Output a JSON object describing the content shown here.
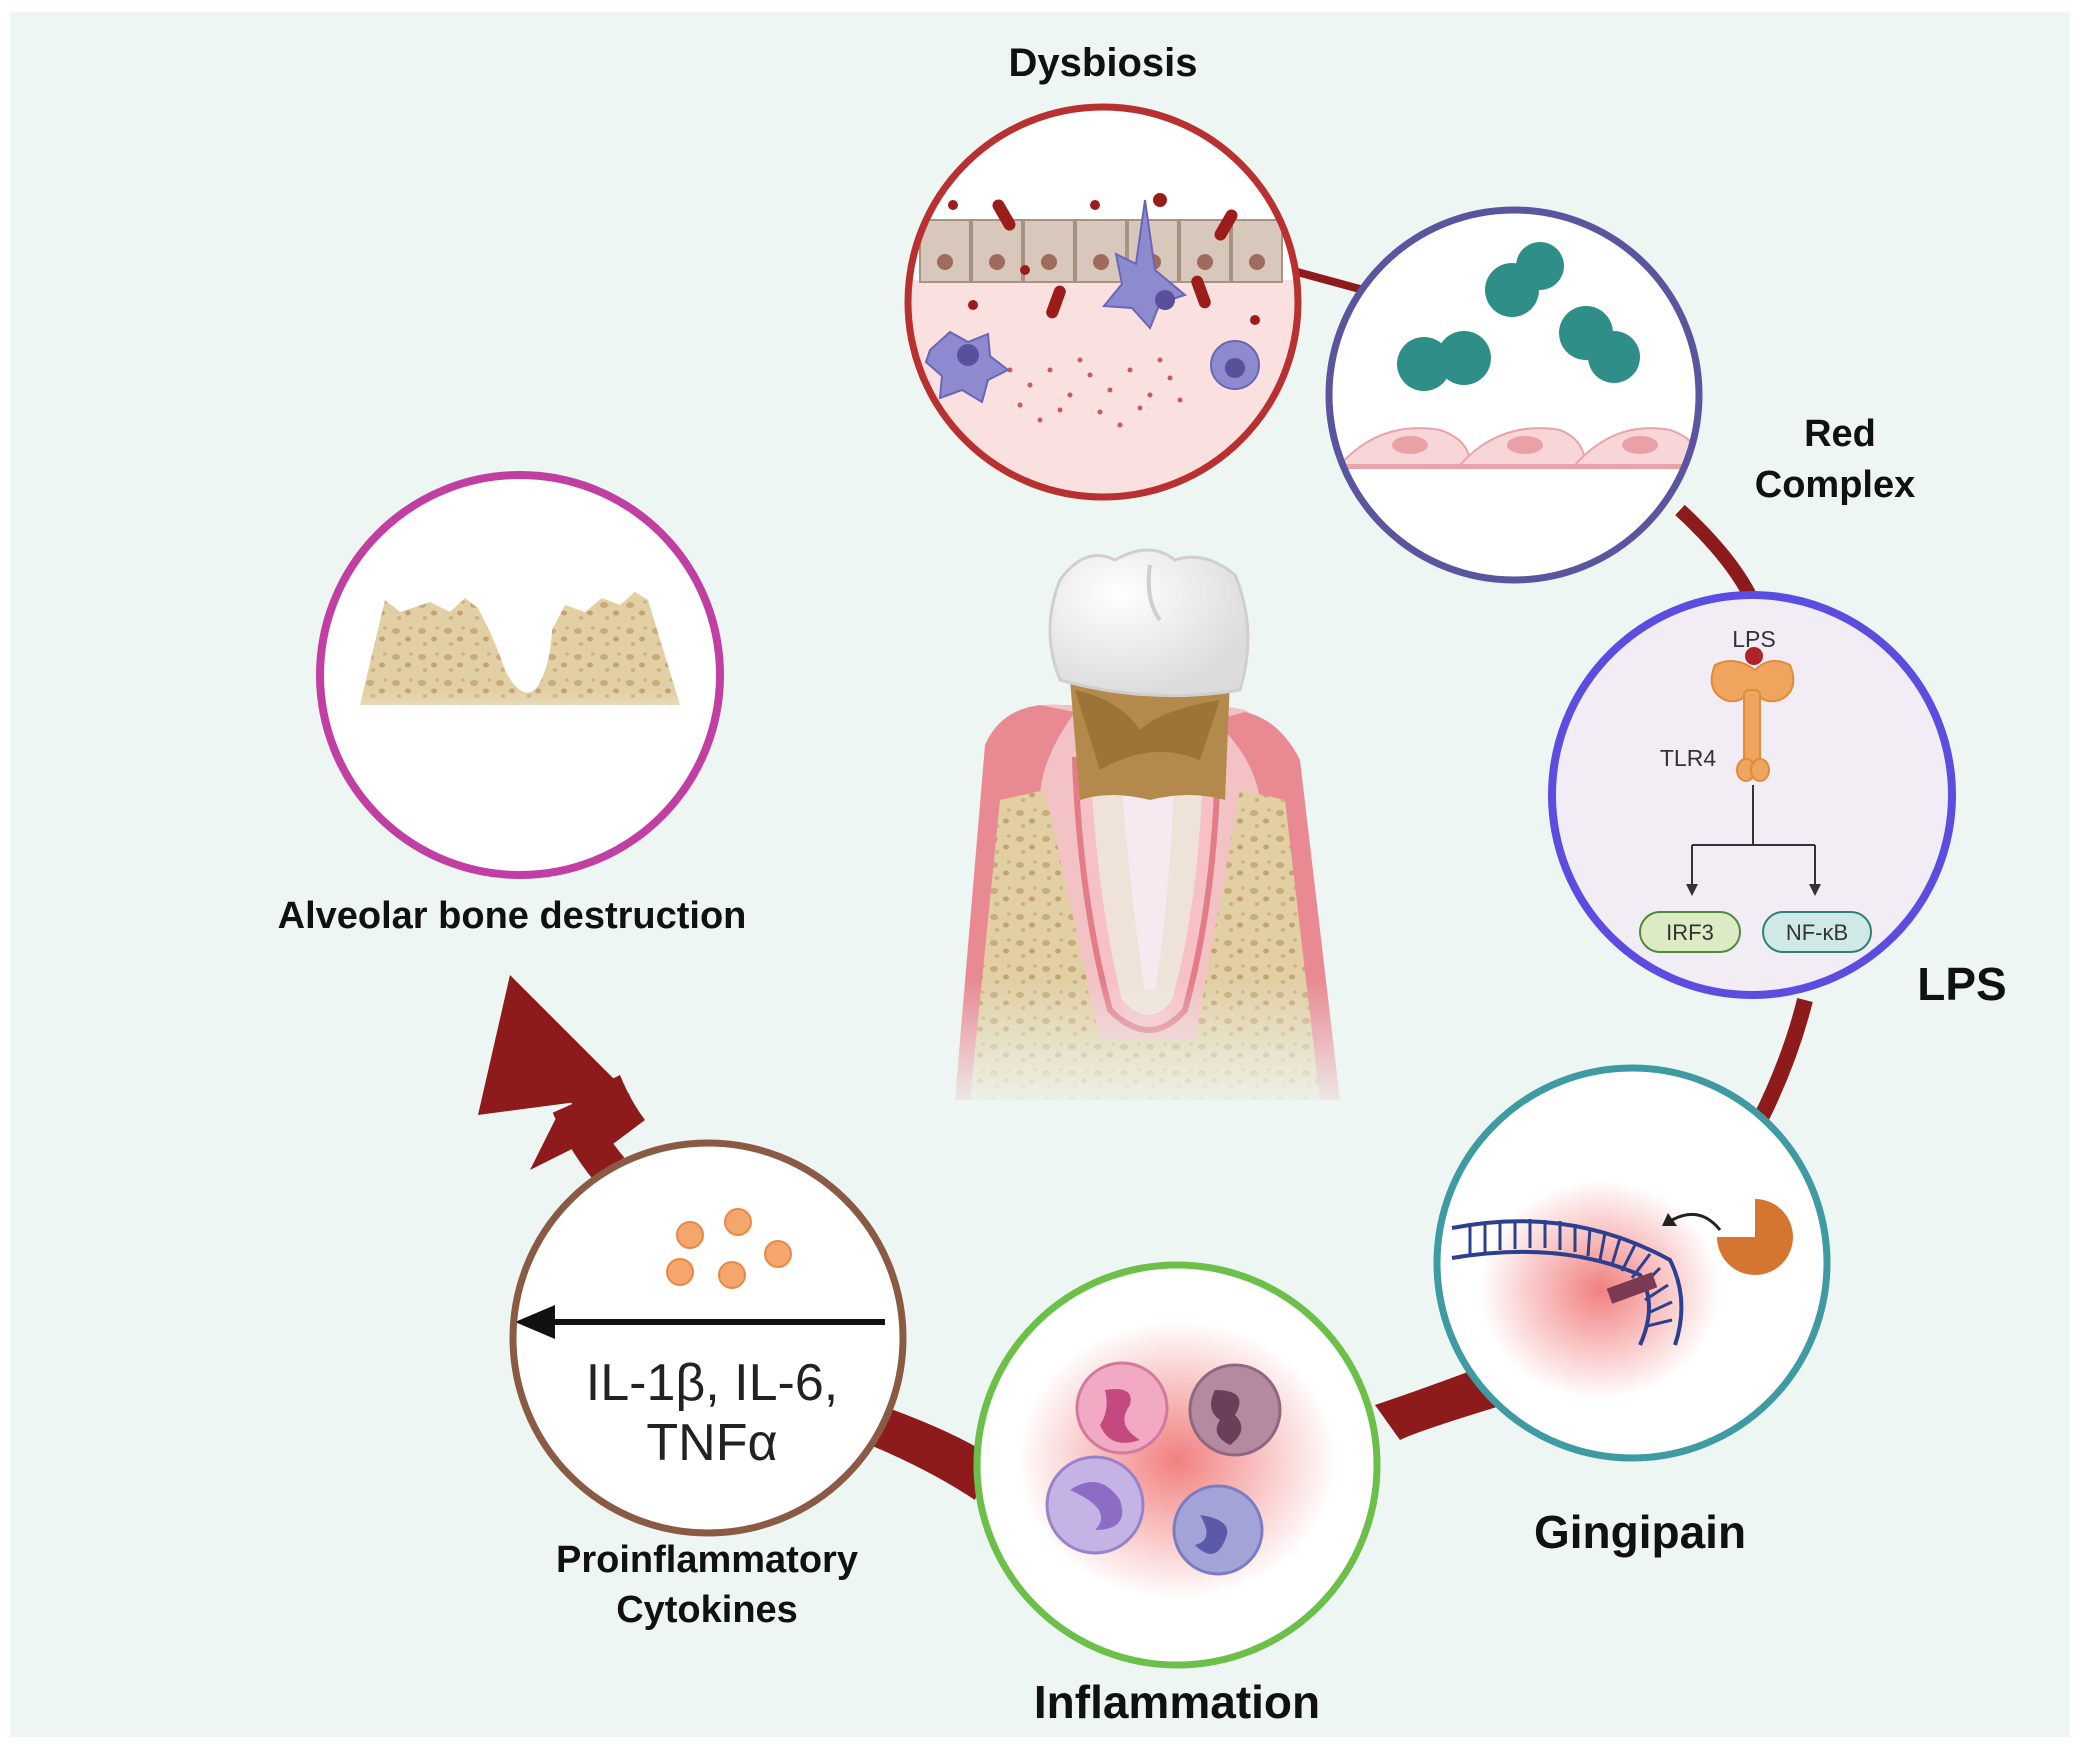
{
  "stages": {
    "dysbiosis": "Dysbiosis",
    "red_complex_line1": "Red",
    "red_complex_line2": "Complex",
    "lps": "LPS",
    "gingipain": "Gingipain",
    "inflammation": "Inflammation",
    "cytokines_line1": "Proinflammatory",
    "cytokines_line2": "Cytokines",
    "bone": "Alveolar bone destruction"
  },
  "lps_panel": {
    "ligand": "LPS",
    "receptor": "TLR4",
    "out_left": "IRF3",
    "out_right": "NF-κB"
  },
  "cytokine_panel": {
    "line1": "IL-1β, IL-6,",
    "line2": "TNFα"
  },
  "colors": {
    "background": "#eef6f3",
    "cycle_arrow": "#8e1b1b",
    "ring_dysbiosis": "#b8302f",
    "ring_red_complex": "#5a559e",
    "ring_lps": "#5b4de0",
    "ring_gingipain": "#3e9aa3",
    "ring_inflammation": "#6cc04a",
    "ring_cytokines": "#8a5a44",
    "ring_bone": "#c13fa3"
  }
}
